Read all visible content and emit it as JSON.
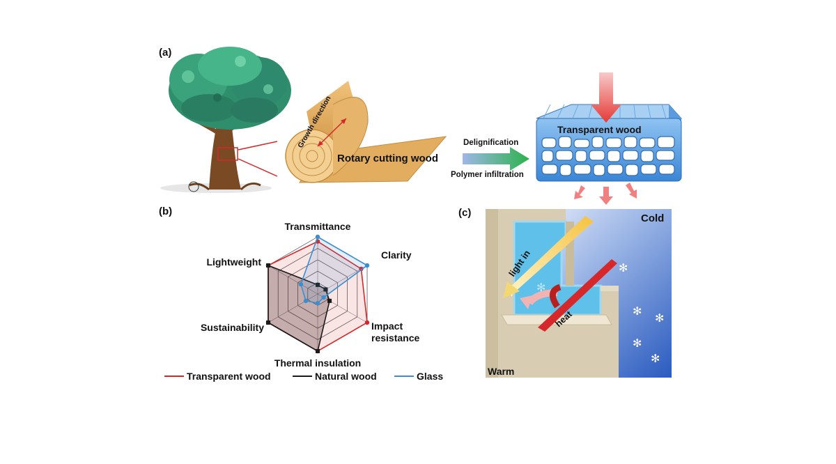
{
  "panels": {
    "a": "(a)",
    "b": "(b)",
    "c": "(c)"
  },
  "panel_a": {
    "growth_direction": "Growth direction",
    "rotary_cutting": "Rotary cutting wood",
    "step_top": "Delignification",
    "step_bottom": "Polymer infiltration",
    "product": "Transparent wood"
  },
  "chart_data": {
    "type": "radar",
    "axes": [
      "Transmittance",
      "Clarity",
      "Impact resistance",
      "Thermal insulation",
      "Sustainability",
      "Lightweight"
    ],
    "axis_label_lines": [
      [
        "Transmittance"
      ],
      [
        "Clarity"
      ],
      [
        "Impact",
        "resistance"
      ],
      [
        "Thermal insulation"
      ],
      [
        "Sustainability"
      ],
      [
        "Lightweight"
      ]
    ],
    "rings": 5,
    "range": [
      0,
      5
    ],
    "series": [
      {
        "name": "Transparent wood",
        "color": "#d62728",
        "values": [
          4.6,
          4.4,
          5,
          5,
          5,
          5
        ]
      },
      {
        "name": "Natural wood",
        "color": "#1a1a1a",
        "values": [
          0.8,
          0.8,
          1.2,
          5,
          5,
          5
        ]
      },
      {
        "name": "Glass",
        "color": "#3b8fd0",
        "values": [
          5,
          5,
          0.6,
          0.8,
          1.2,
          1.7
        ]
      }
    ],
    "legend_position": "bottom"
  },
  "panel_c": {
    "cold": "Cold",
    "warm": "Warm",
    "light_in": "light in",
    "heat": "heat"
  },
  "colors": {
    "red": "#d62728",
    "black": "#1a1a1a",
    "blue": "#3b8fd0",
    "wood": "#e0a95a",
    "transparent_wood": "#5aa3e3"
  },
  "icons": [
    "tree-icon",
    "log-roll-icon",
    "process-arrow-icon",
    "snowflake-icon"
  ]
}
